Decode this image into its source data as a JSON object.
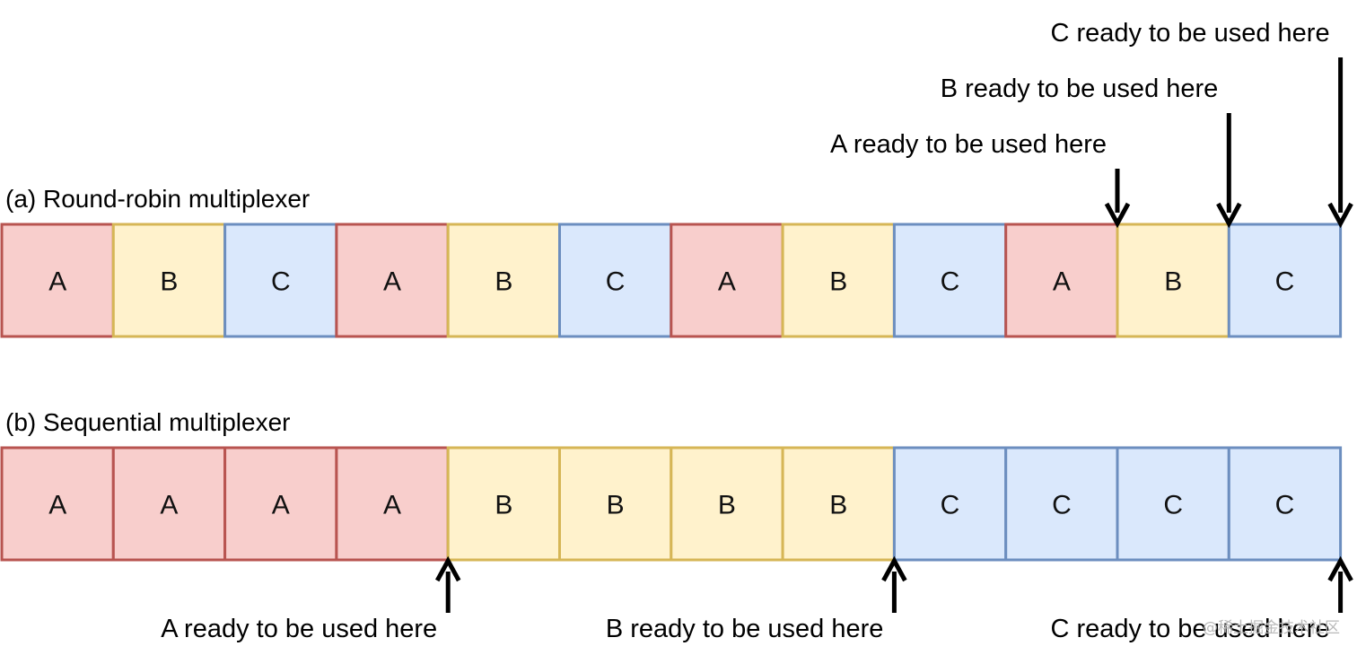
{
  "colors": {
    "A": {
      "fill": "#f8cecc",
      "stroke": "#b85450"
    },
    "B": {
      "fill": "#fff2cc",
      "stroke": "#d6b656"
    },
    "C": {
      "fill": "#dae8fc",
      "stroke": "#6c8ebf"
    },
    "arrow": "#000000",
    "text": "#000000"
  },
  "panels": [
    {
      "id": "round-robin",
      "title": "(a) Round-robin multiplexer",
      "cells": [
        "A",
        "B",
        "C",
        "A",
        "B",
        "C",
        "A",
        "B",
        "C",
        "A",
        "B",
        "C"
      ],
      "markers": [
        {
          "label": "A ready to be used here",
          "after_cell": 10,
          "direction": "down"
        },
        {
          "label": "B ready to be used here",
          "after_cell": 11,
          "direction": "down"
        },
        {
          "label": "C ready to be used here",
          "after_cell": 12,
          "direction": "down"
        }
      ]
    },
    {
      "id": "sequential",
      "title": "(b) Sequential multiplexer",
      "cells": [
        "A",
        "A",
        "A",
        "A",
        "B",
        "B",
        "B",
        "B",
        "C",
        "C",
        "C",
        "C"
      ],
      "markers": [
        {
          "label": "A ready to be used here",
          "after_cell": 4,
          "direction": "up"
        },
        {
          "label": "B ready to be used here",
          "after_cell": 8,
          "direction": "up"
        },
        {
          "label": "C ready to be used here",
          "after_cell": 12,
          "direction": "up"
        }
      ]
    }
  ],
  "watermark": "@稀土掘金技术社区"
}
